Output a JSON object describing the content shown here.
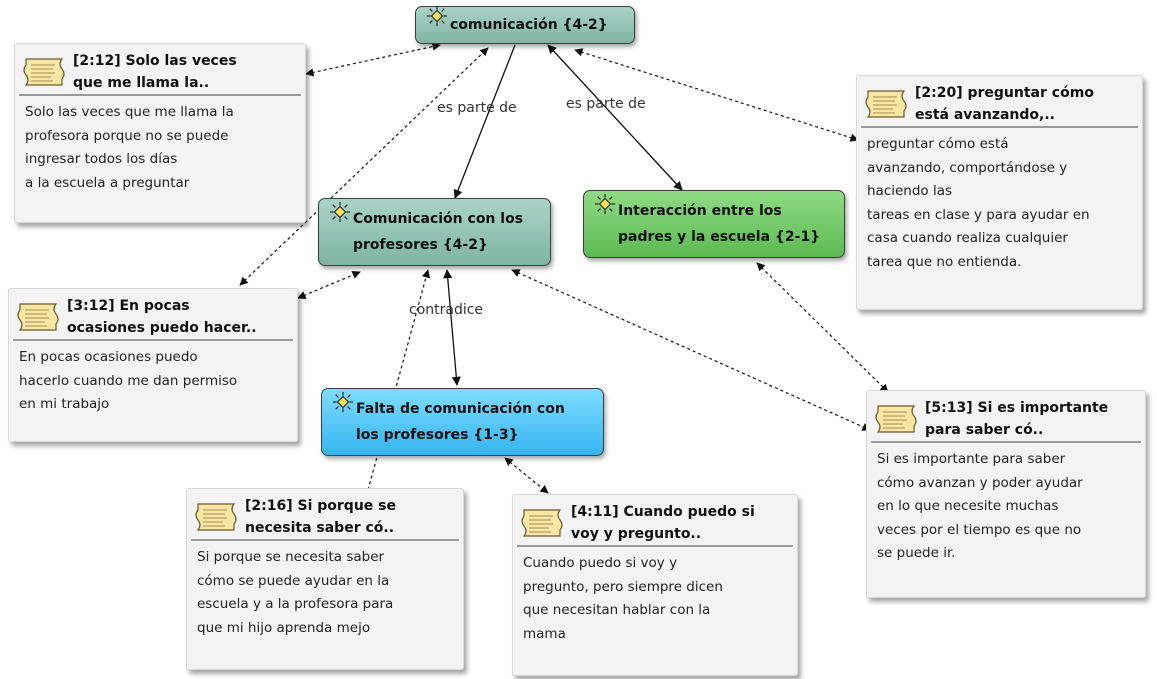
{
  "codes": {
    "comunicacion": "comunicación {4-2}",
    "comunicacion_profesores": "Comunicación con los\nprofesores {4-2}",
    "interaccion": "Interacción entre los\npadres y la escuela {2-1}",
    "falta": "Falta de comunicación con\nlos profesores {1-3}"
  },
  "quotes": {
    "q2_12": {
      "title": "[2:12] Solo las veces\nque me llama la..",
      "body": "Solo las veces que me llama la\nprofesora porque no se puede\ningresar todos los días\na la escuela a preguntar"
    },
    "q2_20": {
      "title": "[2:20] preguntar cómo\nestá avanzando,..",
      "body": "preguntar cómo está\navanzando, comportándose y\nhaciendo las\ntareas en clase y para ayudar en\ncasa cuando realiza cualquier\ntarea que no entienda."
    },
    "q3_12": {
      "title": "[3:12] En pocas\nocasiones puedo hacer..",
      "body": "En pocas ocasiones puedo\nhacerlo cuando me dan permiso\nen mi trabajo"
    },
    "q5_13": {
      "title": "[5:13] Si es importante\npara saber có..",
      "body": "Si es importante para saber\ncómo avanzan y poder ayudar\nen lo que necesite muchas\nveces por el tiempo es que no\nse puede ir."
    },
    "q2_16": {
      "title": "[2:16] Si porque se\nnecesita saber có..",
      "body": "Si porque se necesita saber\ncómo se puede ayudar en la\nescuela y a la profesora para\nque mi hijo aprenda mejo"
    },
    "q4_11": {
      "title": "[4:11] Cuando puedo si\nvoy y pregunto..",
      "body": "Cuando puedo si voy y\npregunto, pero siempre dicen\nque necesitan hablar con la\nmama"
    }
  },
  "relations": {
    "es_parte_de_1": "es parte de",
    "es_parte_de_2": "es parte de",
    "contradice": "contradice"
  },
  "colors": {
    "teal": "#8fc2b2",
    "green": "#6fcb64",
    "blue": "#4cc3f5",
    "quote_bg": "#f3f3f3"
  },
  "icons": {
    "code": "sun-code-icon",
    "quote": "document-quote-icon"
  }
}
